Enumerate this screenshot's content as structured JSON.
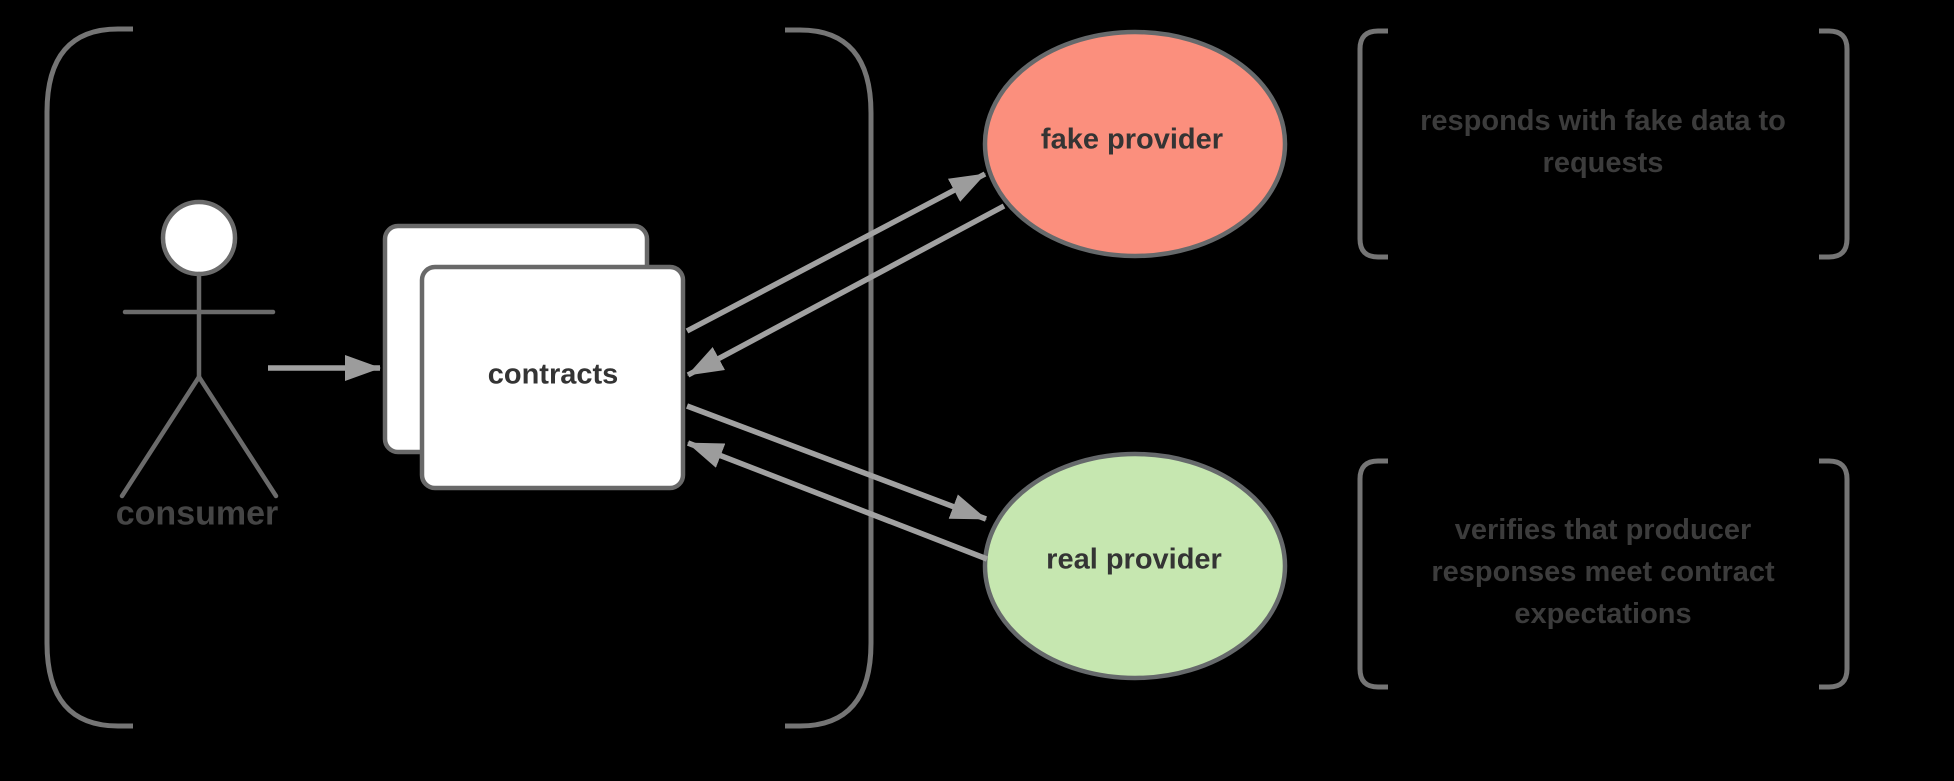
{
  "group": {
    "description": "consumer-side test group enclosed in large brackets"
  },
  "actor": {
    "label": "consumer"
  },
  "contracts": {
    "label": "contracts",
    "fill": "#FFFFFF"
  },
  "fake_provider": {
    "label": "fake provider",
    "fill": "#FB8F7D"
  },
  "real_provider": {
    "label": "real provider",
    "fill": "#C6E7B0"
  },
  "annotations": {
    "fake_note": {
      "text": "responds with fake data to\nrequests"
    },
    "real_note": {
      "text": "verifies that producer\nresponses meet contract\nexpectations"
    }
  },
  "colors": {
    "background": "#000000",
    "bracket_gray": "#757575",
    "arrow_gray": "#A1A1A1",
    "arrowhead_gray": "#9C9C9C",
    "shape_border_gray": "#696969",
    "label_dark_gray": "#343434",
    "note_gray": "#3C3C3C",
    "fake_provider_fill": "#FB8F7D",
    "real_provider_fill": "#C6E7B0"
  }
}
